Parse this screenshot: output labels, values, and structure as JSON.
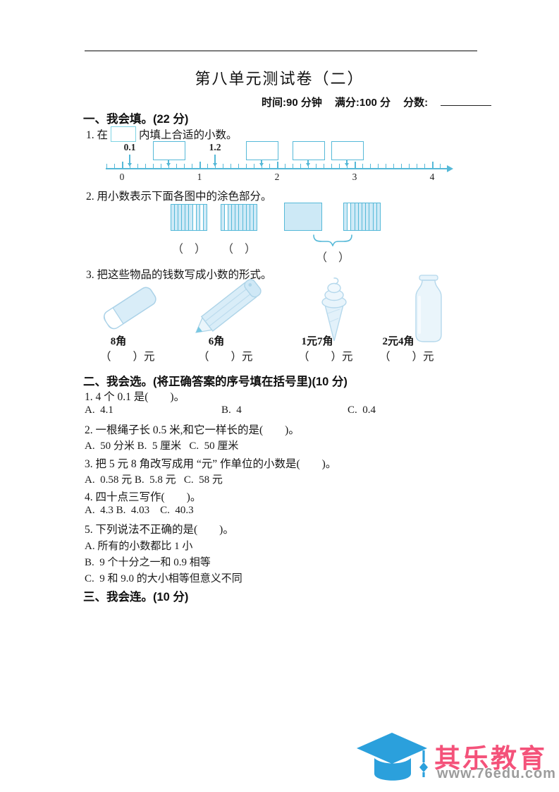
{
  "header": {
    "title": "第八单元测试卷（二）",
    "time": "时间:90 分钟",
    "full_score": "满分:100 分",
    "score_label": "分数:"
  },
  "sections": {
    "one": {
      "heading": "一、我会填。(22 分)",
      "q1": {
        "prefix": "1. 在",
        "suffix": "内填上合适的小数。",
        "number_line": {
          "start": 0,
          "end": 4,
          "tick_step": 0.1,
          "integer_labels": [
            "0",
            "1",
            "2",
            "3",
            "4"
          ],
          "point_labels": [
            {
              "value": 0.1,
              "text": "0.1"
            },
            {
              "value": 1.2,
              "text": "1.2"
            }
          ],
          "blank_box_values": [
            0.6,
            1.8,
            2.4,
            2.9
          ]
        }
      },
      "q2": {
        "text": "2. 用小数表示下面各图中的涂色部分。",
        "figures": [
          {
            "name": "tenths-grid-1",
            "type": "striped",
            "divisions": 10,
            "unshaded_columns": [
              7,
              9
            ]
          },
          {
            "name": "tenths-grid-2",
            "type": "striped",
            "divisions": 10,
            "unshaded_columns": [
              2
            ]
          },
          {
            "name": "whole-square",
            "type": "solid",
            "divisions": 1,
            "unshaded_columns": []
          },
          {
            "name": "tenths-grid-3",
            "type": "striped",
            "divisions": 10,
            "unshaded_columns": [
              2
            ]
          }
        ],
        "blank1": "（　）",
        "blank2": "（　）",
        "group_blank": "（　）"
      },
      "q3": {
        "text": "3. 把这些物品的钱数写成小数的形式。",
        "items": [
          {
            "icon": "eraser-icon",
            "price": "8角",
            "blank": "（　　）元"
          },
          {
            "icon": "pencil-icon",
            "price": "6角",
            "blank": "（　　）元"
          },
          {
            "icon": "ice-cream-icon",
            "price": "1元7角",
            "blank": "（　　）元"
          },
          {
            "icon": "milk-bottle-icon",
            "price": "2元4角",
            "blank": "（　　）元"
          }
        ]
      }
    },
    "two": {
      "heading": "二、我会选。(将正确答案的序号填在括号里)(10 分)",
      "q1": {
        "text": "1. 4 个 0.1 是(　　)。",
        "optA": "A.  4.1",
        "optB": "B.  4",
        "optC": "C.  0.4"
      },
      "q2": {
        "text": "2. 一根绳子长 0.5 米,和它一样长的是(　　)。",
        "options": "A.  50 分米 B.  5 厘米   C.  50 厘米"
      },
      "q3": {
        "text": "3. 把 5 元 8 角改写成用 “元” 作单位的小数是(　　)。",
        "options": "A.  0.58 元 B.  5.8 元   C.  58 元"
      },
      "q4": {
        "text": "4. 四十点三写作(　　)。",
        "options": "A.  4.3 B.  4.03    C.  40.3"
      },
      "q5": {
        "text": "5. 下列说法不正确的是(　　)。",
        "optA": "A. 所有的小数都比 1 小",
        "optB": "B.  9 个十分之一和 0.9 相等",
        "optC": "C.  9 和 9.0 的大小相等但意义不同"
      }
    },
    "three": {
      "heading": "三、我会连。(10 分)"
    }
  },
  "footer": {
    "brand": "其乐教育",
    "url": "www.76edu.com"
  },
  "colors": {
    "accent_teal": "#56b9d8",
    "grid_fill": "#cfeaf7",
    "icon_fill": "#d9edf8",
    "logo_blue": "#2ba0dc",
    "brand_pink": "#f4527a",
    "url_gray": "#9c9c9c",
    "rule_gray": "#7d7d7d"
  }
}
